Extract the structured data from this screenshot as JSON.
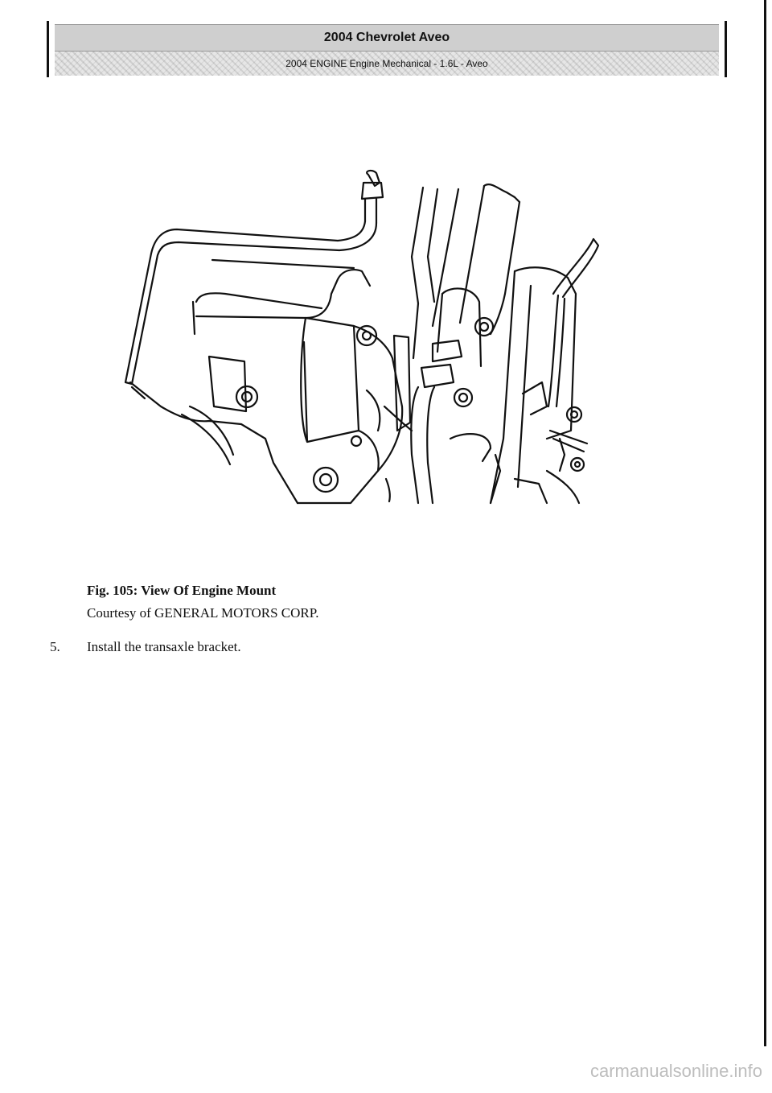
{
  "header": {
    "title": "2004 Chevrolet Aveo",
    "subtitle": "2004 ENGINE Engine Mechanical - 1.6L - Aveo"
  },
  "figure": {
    "caption_label": "Fig. 105: View Of Engine Mount",
    "caption_credit": "Courtesy of GENERAL MOTORS CORP."
  },
  "steps": [
    {
      "number": "5.",
      "text": "Install the transaxle bracket."
    }
  ],
  "watermark": "carmanualsonline.info"
}
